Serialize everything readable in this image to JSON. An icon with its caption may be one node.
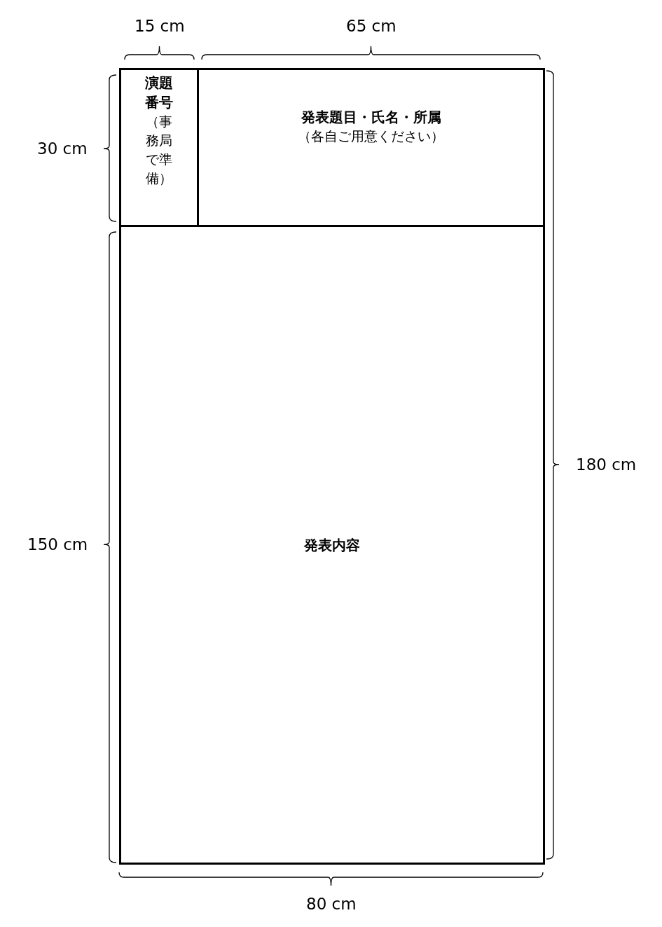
{
  "diagram": {
    "nodes": [
      {
        "text": [
          "演題番号",
          "（事務局で準備）"
        ]
      },
      {
        "text": [
          "発表題目・氏名・所属",
          "（各自ご用意ください）"
        ]
      },
      {
        "text": [
          "発表内容"
        ]
      }
    ],
    "labels": [
      "15 cm",
      "65 cm",
      "30 cm",
      "180 cm",
      "150 cm",
      "80 cm"
    ]
  }
}
